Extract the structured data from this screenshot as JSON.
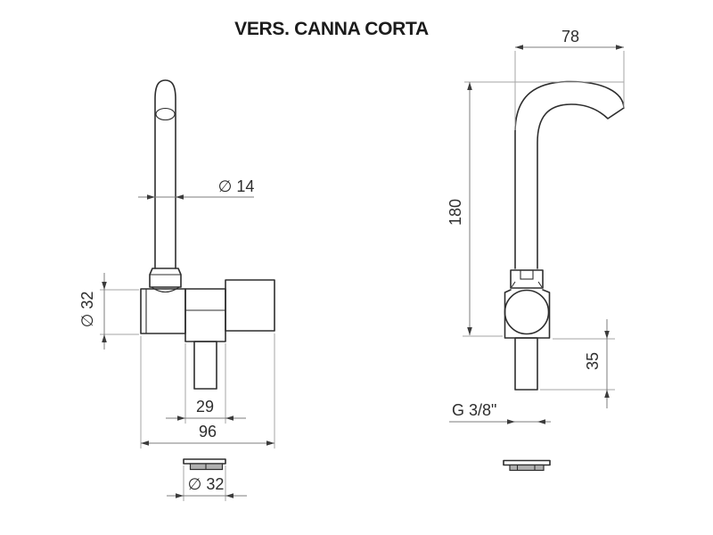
{
  "title": "VERS. CANNA CORTA",
  "front_view": {
    "dims": {
      "spout_diameter": "∅ 14",
      "body_diameter": "∅ 32",
      "aerator_width": "29",
      "overall_width": "96",
      "base_plate_diameter": "∅ 32"
    }
  },
  "side_view": {
    "dims": {
      "spout_reach": "78",
      "overall_height": "180",
      "shank_length": "35",
      "inlet_thread": "G 3/8\""
    }
  }
}
